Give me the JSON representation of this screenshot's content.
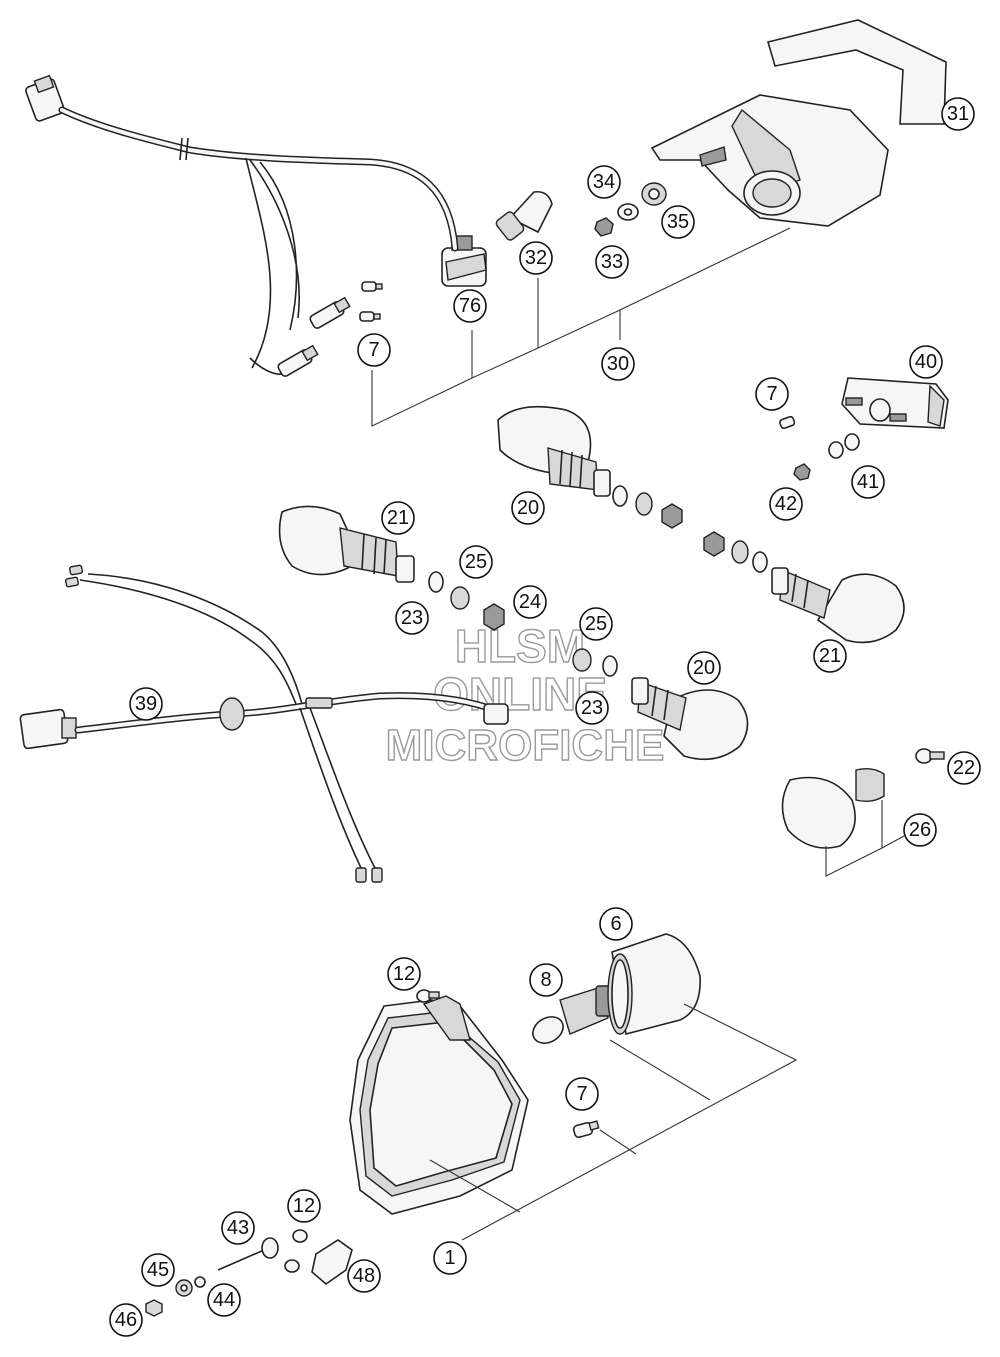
{
  "watermark": {
    "line1": "HLSM",
    "line2": "ONLINE",
    "line3": "MICROFICHE"
  },
  "callouts": [
    {
      "id": "c31",
      "label": "31"
    },
    {
      "id": "c34",
      "label": "34"
    },
    {
      "id": "c35",
      "label": "35"
    },
    {
      "id": "c32",
      "label": "32"
    },
    {
      "id": "c33",
      "label": "33"
    },
    {
      "id": "c76",
      "label": "76"
    },
    {
      "id": "c7a",
      "label": "7"
    },
    {
      "id": "c30",
      "label": "30"
    },
    {
      "id": "c40",
      "label": "40"
    },
    {
      "id": "c7b",
      "label": "7"
    },
    {
      "id": "c41",
      "label": "41"
    },
    {
      "id": "c42",
      "label": "42"
    },
    {
      "id": "c20a",
      "label": "20"
    },
    {
      "id": "c21a",
      "label": "21"
    },
    {
      "id": "c25a",
      "label": "25"
    },
    {
      "id": "c23a",
      "label": "23"
    },
    {
      "id": "c24",
      "label": "24"
    },
    {
      "id": "c25b",
      "label": "25"
    },
    {
      "id": "c23b",
      "label": "23"
    },
    {
      "id": "c20b",
      "label": "20"
    },
    {
      "id": "c21b",
      "label": "21"
    },
    {
      "id": "c39",
      "label": "39"
    },
    {
      "id": "c22",
      "label": "22"
    },
    {
      "id": "c26",
      "label": "26"
    },
    {
      "id": "c6",
      "label": "6"
    },
    {
      "id": "c12a",
      "label": "12"
    },
    {
      "id": "c8",
      "label": "8"
    },
    {
      "id": "c7c",
      "label": "7"
    },
    {
      "id": "c12b",
      "label": "12"
    },
    {
      "id": "c43",
      "label": "43"
    },
    {
      "id": "c1",
      "label": "1"
    },
    {
      "id": "c45",
      "label": "45"
    },
    {
      "id": "c48",
      "label": "48"
    },
    {
      "id": "c44",
      "label": "44"
    },
    {
      "id": "c46",
      "label": "46"
    }
  ]
}
